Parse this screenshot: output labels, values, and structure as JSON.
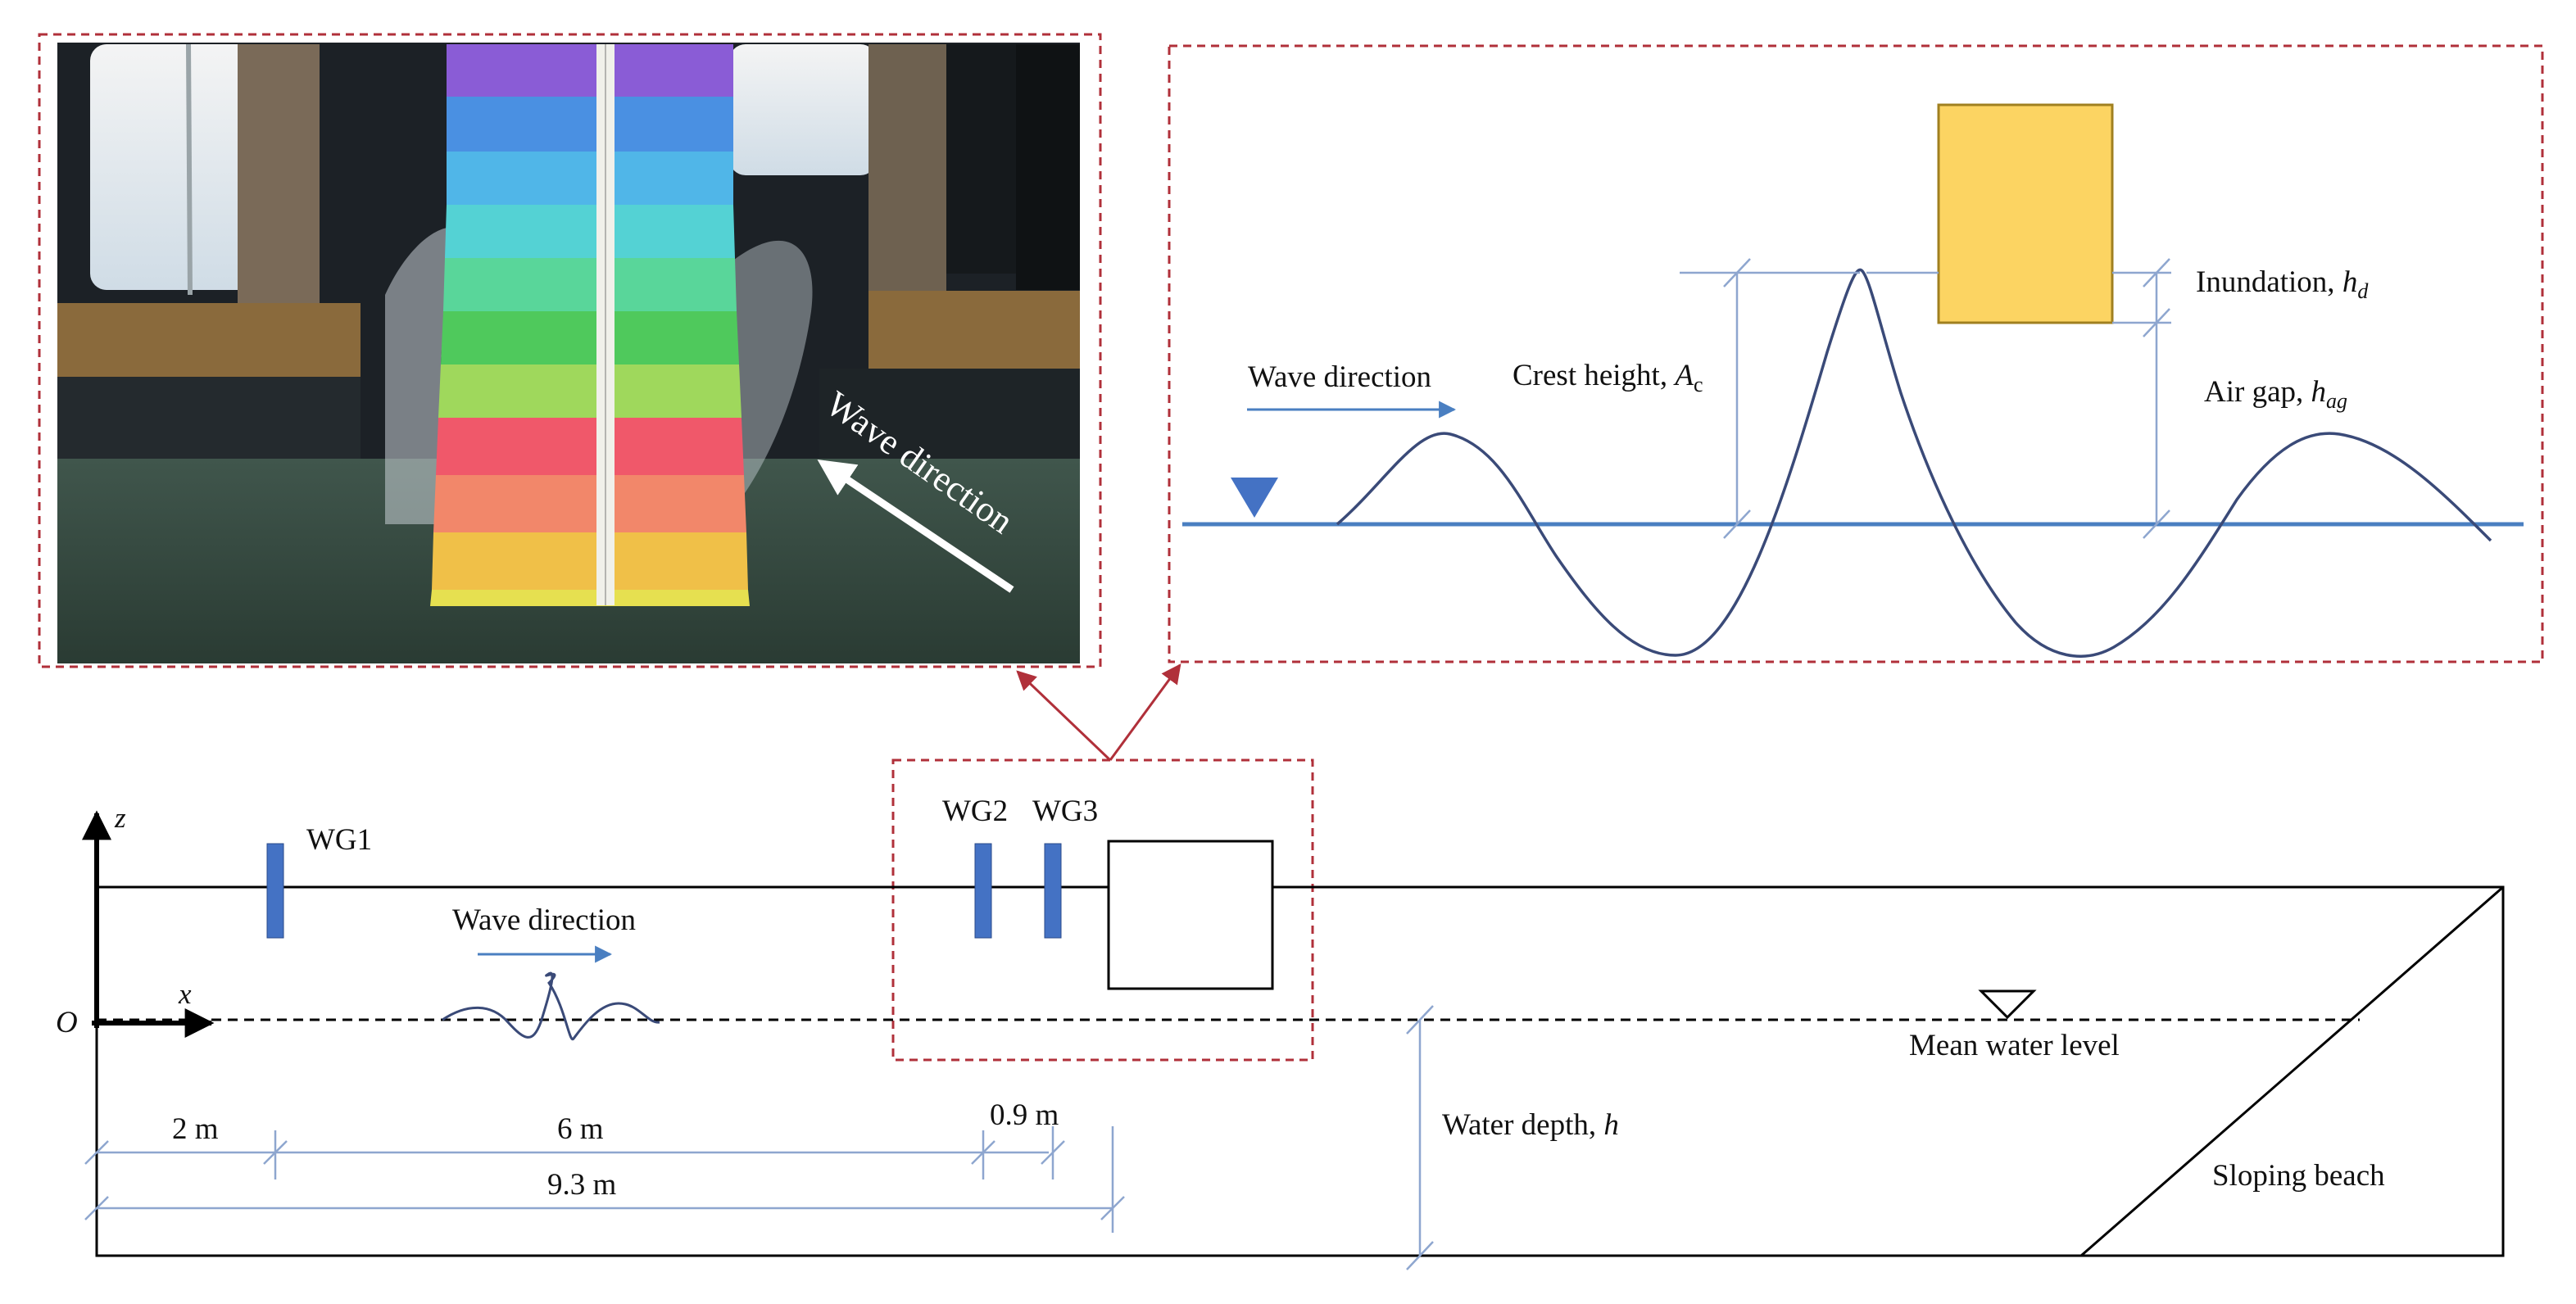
{
  "photo": {
    "wave_direction_label": "Wave direction"
  },
  "inset": {
    "wave_direction_label": "Wave direction",
    "crest_height_label": "Crest height, ",
    "crest_height_symbol": "A",
    "crest_height_sub": "c",
    "inundation_label": "Inundation, ",
    "inundation_symbol": "h",
    "inundation_sub": "d",
    "air_gap_label": "Air gap, ",
    "air_gap_symbol": "h",
    "air_gap_sub": "ag"
  },
  "flume": {
    "axis_z": "z",
    "axis_x": "x",
    "origin": "O",
    "gauges": [
      {
        "label": "WG1"
      },
      {
        "label": "WG2"
      },
      {
        "label": "WG3"
      }
    ],
    "wave_direction_label": "Wave direction",
    "mean_water_level_label": "Mean water level",
    "water_depth_label": "Water depth, ",
    "water_depth_symbol": "h",
    "sloping_beach_label": "Sloping beach",
    "dimensions": {
      "d1": "2 m",
      "d2": "6 m",
      "d3": "0.9 m",
      "d4": "9.3 m"
    }
  },
  "colors": {
    "frame_dash": "#b0303a",
    "water_line": "#4a7fc1",
    "wave_curve": "#3a4a78",
    "structure_fill": "#fcd462",
    "gauge_fill": "#4472c4",
    "dim_line": "#8ea6cf"
  }
}
